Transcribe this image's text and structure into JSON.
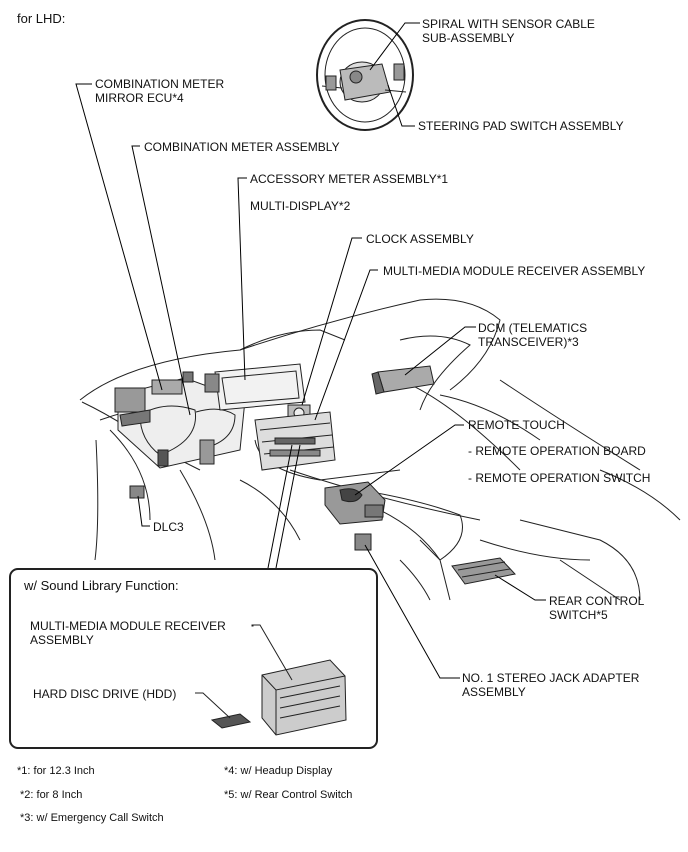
{
  "header": {
    "variant": "for LHD:"
  },
  "labels": {
    "spiral": [
      "SPIRAL WITH SENSOR CABLE",
      "SUB-ASSEMBLY"
    ],
    "steering_pad": "STEERING PAD SWITCH ASSEMBLY",
    "comb_meter_mirror": [
      "COMBINATION METER",
      "MIRROR ECU*4"
    ],
    "comb_meter": "COMBINATION METER ASSEMBLY",
    "accessory_meter": "ACCESSORY METER ASSEMBLY*1",
    "multi_display": "MULTI-DISPLAY*2",
    "clock": "CLOCK ASSEMBLY",
    "mm_receiver": "MULTI-MEDIA MODULE RECEIVER ASSEMBLY",
    "dcm": [
      "DCM (TELEMATICS",
      "TRANSCEIVER)*3"
    ],
    "remote_touch": "REMOTE TOUCH",
    "remote_board": "- REMOTE OPERATION BOARD",
    "remote_switch": "- REMOTE OPERATION SWITCH",
    "dlc3": "DLC3",
    "rear_control": [
      "REAR CONTROL",
      "SWITCH*5"
    ],
    "stereo_jack": [
      "NO. 1 STEREO JACK ADAPTER",
      "ASSEMBLY"
    ]
  },
  "inset": {
    "title": "w/ Sound Library Function:",
    "mm_receiver": [
      "MULTI-MEDIA MODULE RECEIVER",
      "ASSEMBLY"
    ],
    "hdd": "HARD DISC DRIVE (HDD)"
  },
  "footnotes": {
    "n1": "*1: for 12.3 Inch",
    "n2": "*2: for 8 Inch",
    "n3": "*3: w/ Emergency Call Switch",
    "n4": "*4: w/ Headup Display",
    "n5": "*5: w/ Rear Control Switch"
  }
}
